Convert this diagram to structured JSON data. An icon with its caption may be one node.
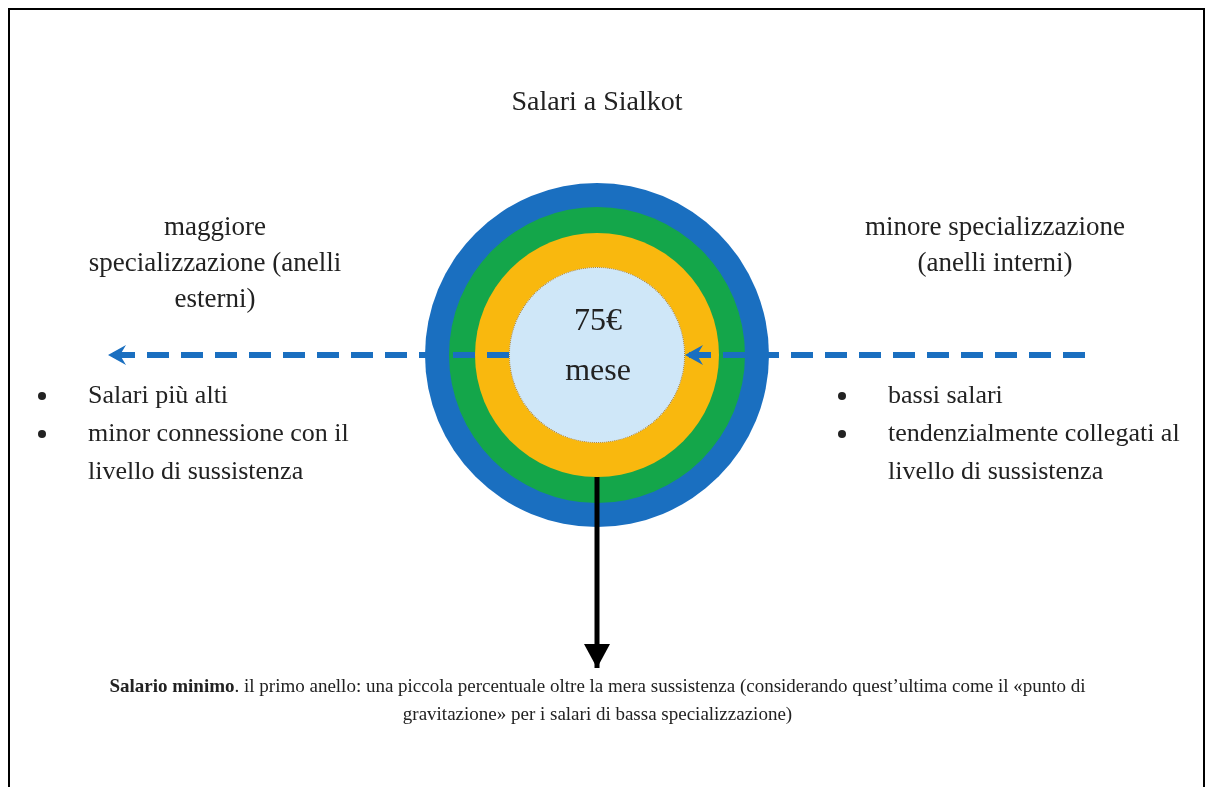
{
  "diagram": {
    "title": "Salari a Sialkot",
    "nodes": [
      {
        "text": [],
        "shape": "circle"
      },
      {
        "text": [],
        "shape": "circle",
        "in": 0
      },
      {
        "text": [],
        "shape": "circle",
        "in": 1
      },
      {
        "text": [
          "75€ mese"
        ],
        "in": 2
      },
      {
        "text": [
          "**Salario minimo**. il primo anello: una piccola percentuale oltre la mera sussistenza (considerando quest’ultima come il «punto di gravitazione» per i salari di bassa specializzazione)"
        ]
      }
    ],
    "edges": [
      {
        "from": null,
        "to": 3,
        "arrow": "to",
        "style": "dashed"
      },
      {
        "from": 3,
        "to": null,
        "arrow": "to",
        "style": "dashed"
      },
      {
        "from": 2,
        "to": 4,
        "arrow": "to",
        "color": "#000000"
      }
    ],
    "labels": [
      "maggiore specializzazione (anelli esterni)",
      "minore specializzazione (anelli interni)",
      "Salari più alti",
      "minor connessione con il livello di sussistenza",
      "bassi salari",
      "tendenzialmente collegati al livello di sussistenza"
    ]
  }
}
